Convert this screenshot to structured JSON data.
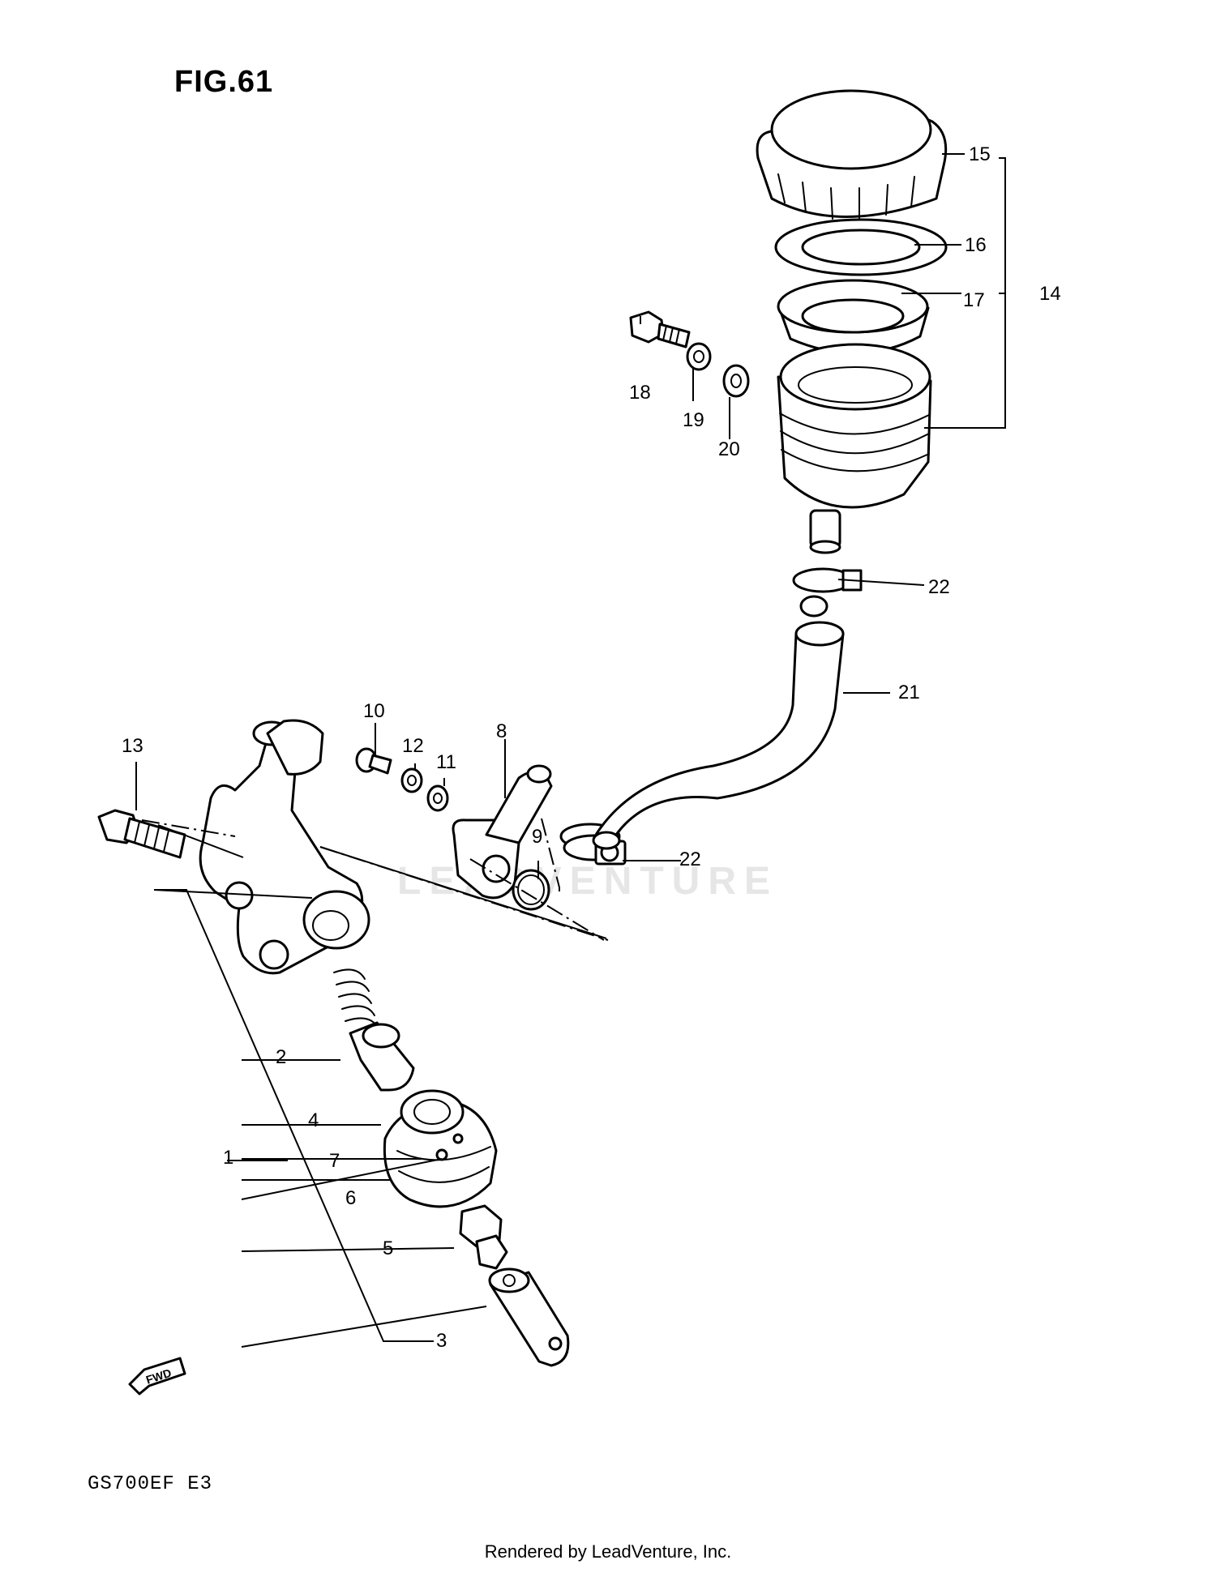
{
  "figure": {
    "title": "FIG.61",
    "model": "GS700EF  E3",
    "footer": "Rendered by LeadVenture, Inc.",
    "watermark": "LEADVENTURE",
    "fwd_badge": "FWD"
  },
  "callouts": [
    {
      "id": "c1",
      "label": "1"
    },
    {
      "id": "c2",
      "label": "2"
    },
    {
      "id": "c3",
      "label": "3"
    },
    {
      "id": "c4",
      "label": "4"
    },
    {
      "id": "c5",
      "label": "5"
    },
    {
      "id": "c6",
      "label": "6"
    },
    {
      "id": "c7",
      "label": "7"
    },
    {
      "id": "c8",
      "label": "8"
    },
    {
      "id": "c9",
      "label": "9"
    },
    {
      "id": "c10",
      "label": "10"
    },
    {
      "id": "c11",
      "label": "11"
    },
    {
      "id": "c12",
      "label": "12"
    },
    {
      "id": "c13",
      "label": "13"
    },
    {
      "id": "c14",
      "label": "14"
    },
    {
      "id": "c15",
      "label": "15"
    },
    {
      "id": "c16",
      "label": "16"
    },
    {
      "id": "c17",
      "label": "17"
    },
    {
      "id": "c18",
      "label": "18"
    },
    {
      "id": "c19",
      "label": "19"
    },
    {
      "id": "c20",
      "label": "20"
    },
    {
      "id": "c21",
      "label": "21"
    },
    {
      "id": "c22a",
      "label": "22"
    },
    {
      "id": "c22b",
      "label": "22"
    }
  ]
}
